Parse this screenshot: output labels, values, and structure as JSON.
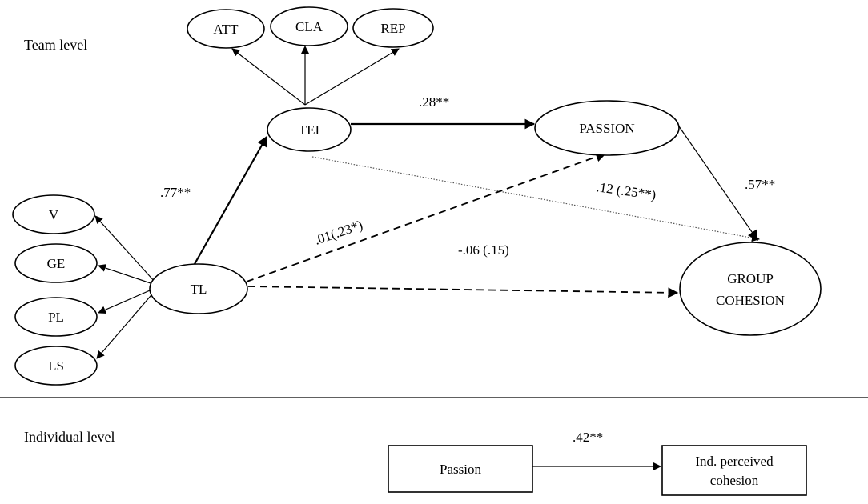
{
  "levels": {
    "team": "Team level",
    "individual": "Individual level"
  },
  "nodes": {
    "att": "ATT",
    "cla": "CLA",
    "rep": "REP",
    "tei": "TEI",
    "passion": "PASSION",
    "group_cohesion_line1": "GROUP",
    "group_cohesion_line2": "COHESION",
    "tl": "TL",
    "v": "V",
    "ge": "GE",
    "pl": "PL",
    "ls": "LS",
    "passion_box": "Passion",
    "ind_cohesion_line1": "Ind. perceived",
    "ind_cohesion_line2": "cohesion"
  },
  "paths": {
    "tl_tei": ".77**",
    "tei_passion": ".28**",
    "tei_cohesion": ".12 (.25**)",
    "passion_cohesion": ".57**",
    "tl_passion": ".01(.23*)",
    "tl_cohesion": "-.06 (.15)",
    "ind_passion_cohesion": ".42**"
  }
}
